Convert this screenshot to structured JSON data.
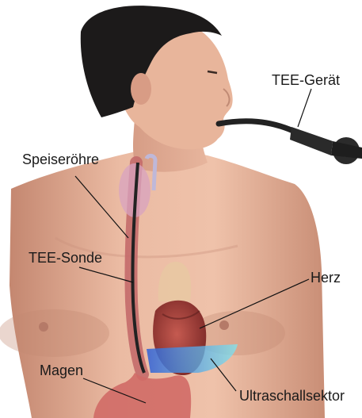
{
  "labels": {
    "tee_geraet": "TEE-Gerät",
    "speiseroehre": "Speiseröhre",
    "tee_sonde": "TEE-Sonde",
    "herz": "Herz",
    "magen": "Magen",
    "ultraschallsektor": "Ultraschallsektor"
  },
  "colors": {
    "skin": "#e9b8a0",
    "skin_shadow": "#c98e76",
    "hair": "#1c1a1a",
    "probe": "#222222",
    "esophagus": "#c46a6a",
    "heart": "#9e3c36",
    "ultrasound": "#57c6e8"
  }
}
